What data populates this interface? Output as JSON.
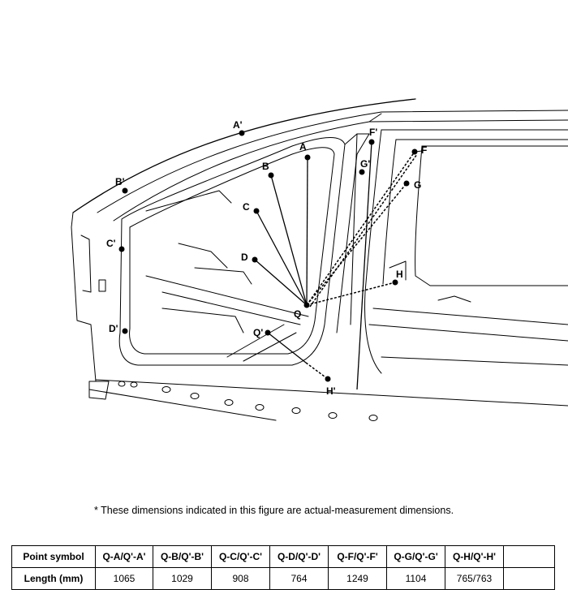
{
  "diagram": {
    "labels": {
      "A": "A",
      "A_prime": "A'",
      "B": "B",
      "B_prime": "B'",
      "C": "C",
      "C_prime": "C'",
      "D": "D",
      "D_prime": "D'",
      "F": "F",
      "F_prime": "F'",
      "G": "G",
      "G_prime": "G'",
      "H": "H",
      "H_prime": "H'",
      "Q": "Q",
      "Q_prime": "Q'"
    }
  },
  "note": "*  These dimensions indicated in this figure are actual-measurement dimensions.",
  "table": {
    "row1": [
      "Point symbol",
      "Q-A/Q'-A'",
      "Q-B/Q'-B'",
      "Q-C/Q'-C'",
      "Q-D/Q'-D'",
      "Q-F/Q'-F'",
      "Q-G/Q'-G'",
      "Q-H/Q'-H'",
      ""
    ],
    "row2": [
      "Length (mm)",
      "1065",
      "1029",
      "908",
      "764",
      "1249",
      "1104",
      "765/763",
      ""
    ]
  }
}
